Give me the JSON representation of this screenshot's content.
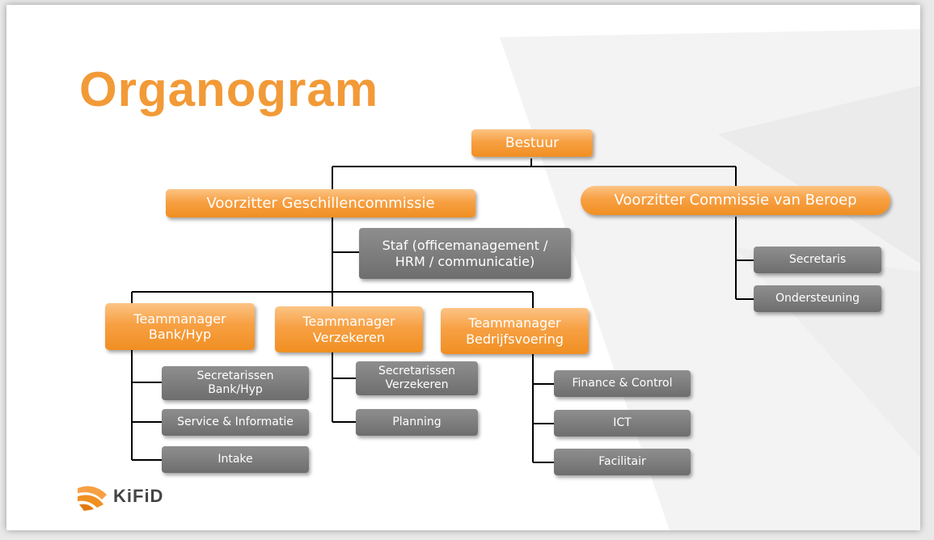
{
  "title": "Organogram",
  "colors": {
    "accent": "#f29a37",
    "node_gray": "#767676",
    "line": "#000000"
  },
  "nodes": {
    "bestuur": "Bestuur",
    "voorzitter_gc": "Voorzitter Geschillencommissie",
    "voorzitter_cvb": "Voorzitter Commissie van Beroep",
    "staf": "Staf (officemanagement /\nHRM / communicatie)",
    "secretaris": "Secretaris",
    "ondersteuning": "Ondersteuning",
    "tm_bank": "Teammanager\nBank/Hyp",
    "tm_verz": "Teammanager\nVerzekeren",
    "tm_bedr": "Teammanager\nBedrijfsvoering",
    "sec_bank": "Secretarissen\nBank/Hyp",
    "service": "Service & Informatie",
    "intake": "Intake",
    "sec_verz": "Secretarissen\nVerzekeren",
    "planning": "Planning",
    "finance": "Finance & Control",
    "ict": "ICT",
    "facilitair": "Facilitair"
  },
  "logo": {
    "text": "KiFiD"
  }
}
